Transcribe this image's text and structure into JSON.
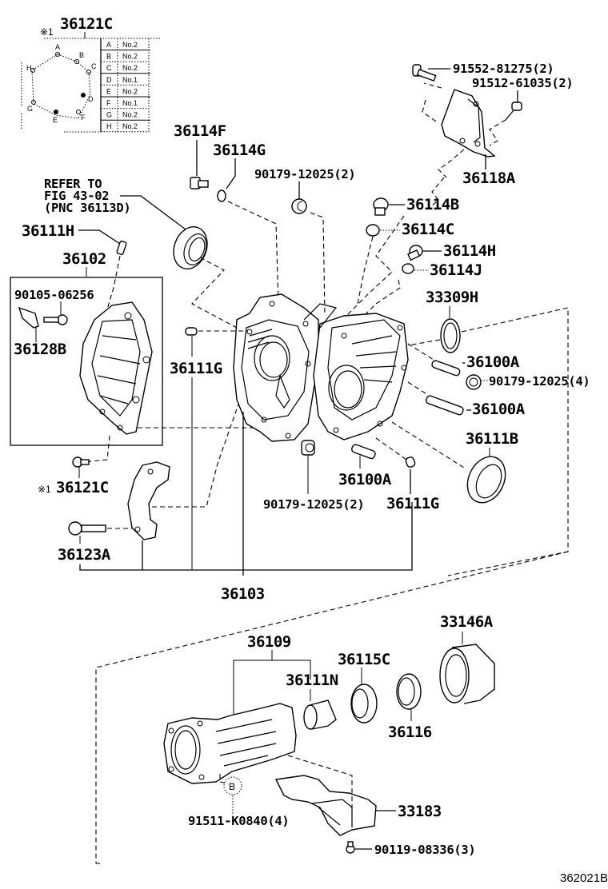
{
  "diagram": {
    "title_ref": "362021B",
    "note_marker": "※1",
    "bolt_table": {
      "part": "36121C",
      "rows": [
        {
          "pos": "A",
          "type": "No.2"
        },
        {
          "pos": "B",
          "type": "No.2"
        },
        {
          "pos": "C",
          "type": "No.2"
        },
        {
          "pos": "D",
          "type": "No.1"
        },
        {
          "pos": "E",
          "type": "No.2"
        },
        {
          "pos": "F",
          "type": "No.1"
        },
        {
          "pos": "G",
          "type": "No.2"
        },
        {
          "pos": "H",
          "type": "No.2"
        }
      ]
    },
    "refer_note": {
      "line1": "REFER TO",
      "line2": "FIG 43-02",
      "line3": "(PNC 36113D)"
    },
    "callout_b": "B",
    "parts": {
      "p36121C_top": "36121C",
      "p91552": "91552-81275(2)",
      "p91512": "91512-61035(2)",
      "p36118A": "36118A",
      "p36114F": "36114F",
      "p36114G": "36114G",
      "p90179_top": "90179-12025(2)",
      "p36114B": "36114B",
      "p36114C": "36114C",
      "p36114H": "36114H",
      "p36114J": "36114J",
      "p36111H": "36111H",
      "p36102": "36102",
      "p90105": "90105-06256",
      "p36128B": "36128B",
      "p33309H": "33309H",
      "p36100A_1": "36100A",
      "p90179_right": "90179-12025(4)",
      "p36100A_2": "36100A",
      "p36111G_left": "36111G",
      "p36111B": "36111B",
      "p36121C_bottom": "36121C",
      "p36100A_3": "36100A",
      "p90179_bottom": "90179-12025(2)",
      "p36111G_right": "36111G",
      "p36123A": "36123A",
      "p36103": "36103",
      "p33146A": "33146A",
      "p36109": "36109",
      "p36115C": "36115C",
      "p36111N": "36111N",
      "p36116": "36116",
      "p33183": "33183",
      "p91511": "91511-K0840(4)",
      "p90119": "90119-08336(3)"
    }
  }
}
